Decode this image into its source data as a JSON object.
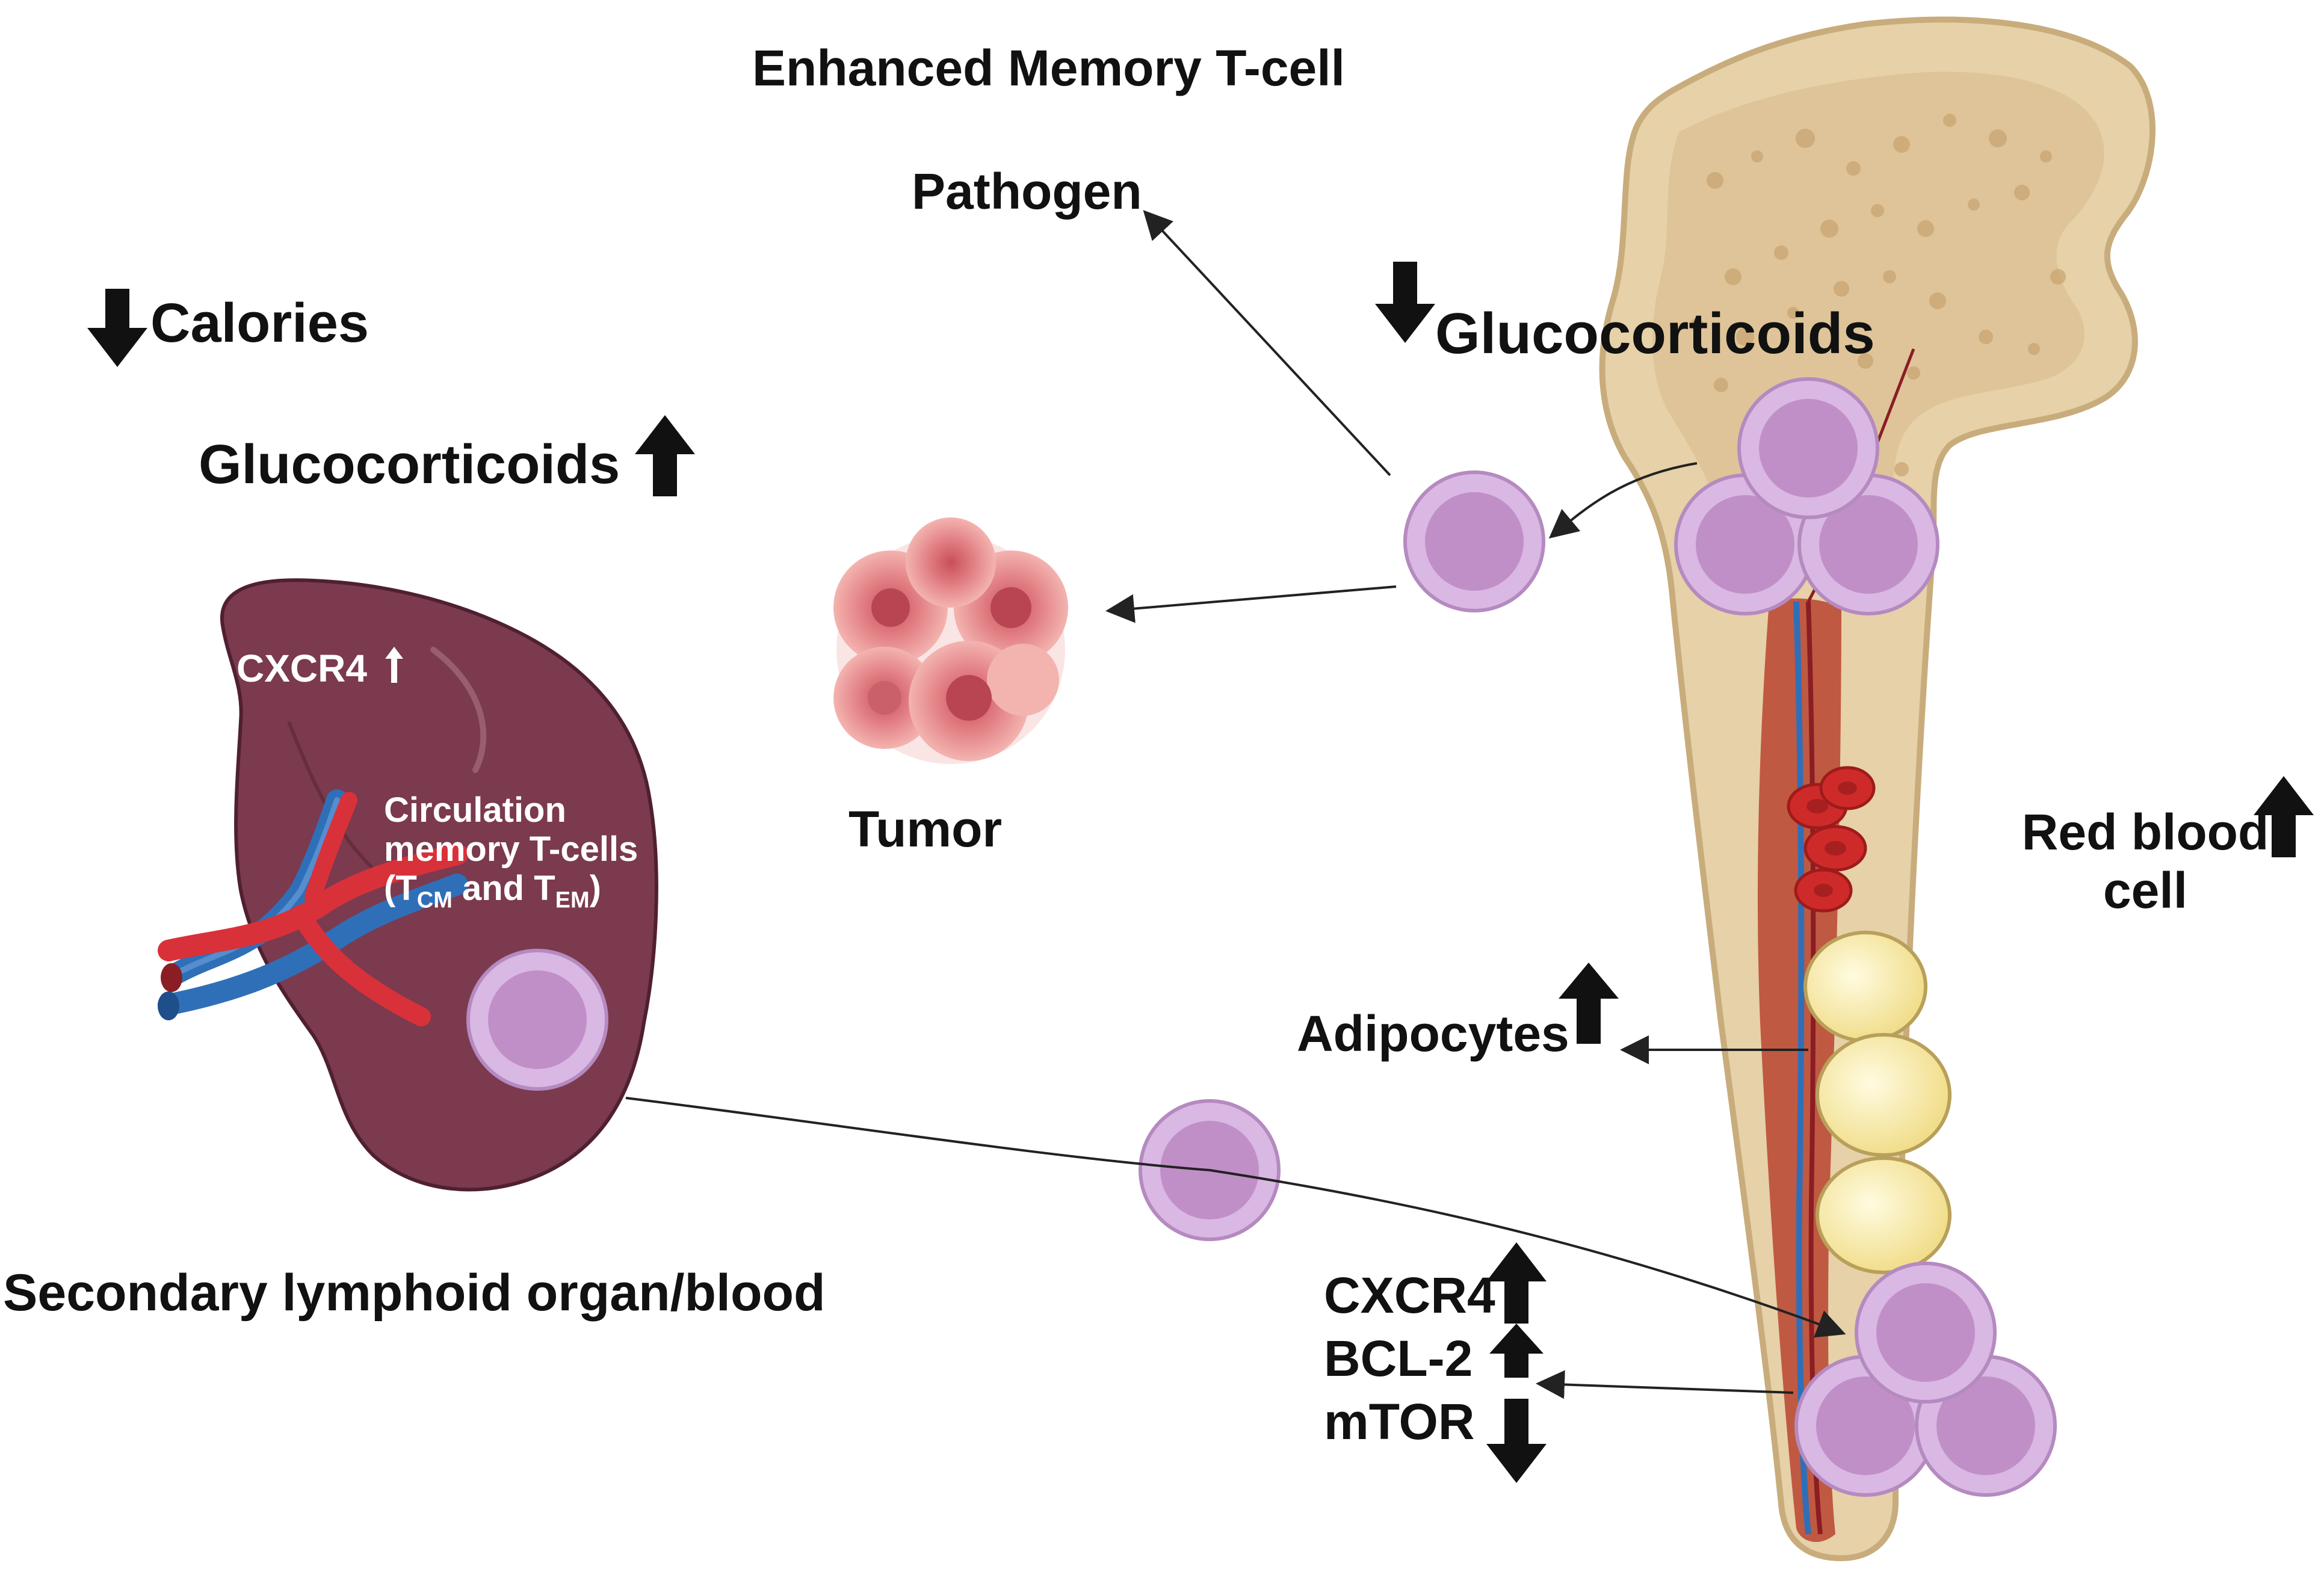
{
  "title": "Enhanced Memory T-cell",
  "labels": {
    "pathogen": "Pathogen",
    "tumor": "Tumor",
    "calories": "Calories",
    "glucocorticoids_left": "Glucocorticoids",
    "glucocorticoids_bone": "Glucocorticoids",
    "cxcr4_spleen": "CXCR4",
    "circulation_line1": "Circulation",
    "circulation_line2": "memory T-cells",
    "circulation_line3_a": "(T",
    "circulation_sub_cm": "CM",
    "circulation_line3_b": " and T",
    "circulation_sub_em": "EM",
    "circulation_line3_c": ")",
    "secondary_lymphoid": "Secondary lymphoid organ/blood",
    "red_blood_line1": "Red blood",
    "red_blood_line2": "cell",
    "adipocytes": "Adipocytes",
    "cxcr4_bm": "CXCR4",
    "bcl2": "BCL-2",
    "mtor": "mTOR"
  },
  "colors": {
    "spleen": "#7b3a4e",
    "bone": "#e6d1a8",
    "bone_edge": "#c9ac7c",
    "marrow": "#b9442f",
    "tcell_outer": "#d9b8e3",
    "tcell_inner": "#c18fc8",
    "tumor": "#e58a8a",
    "adipocyte": "#f7eaa6",
    "rbc": "#cf2a2a",
    "artery": "#d8313a",
    "vein": "#2f6fb8"
  }
}
